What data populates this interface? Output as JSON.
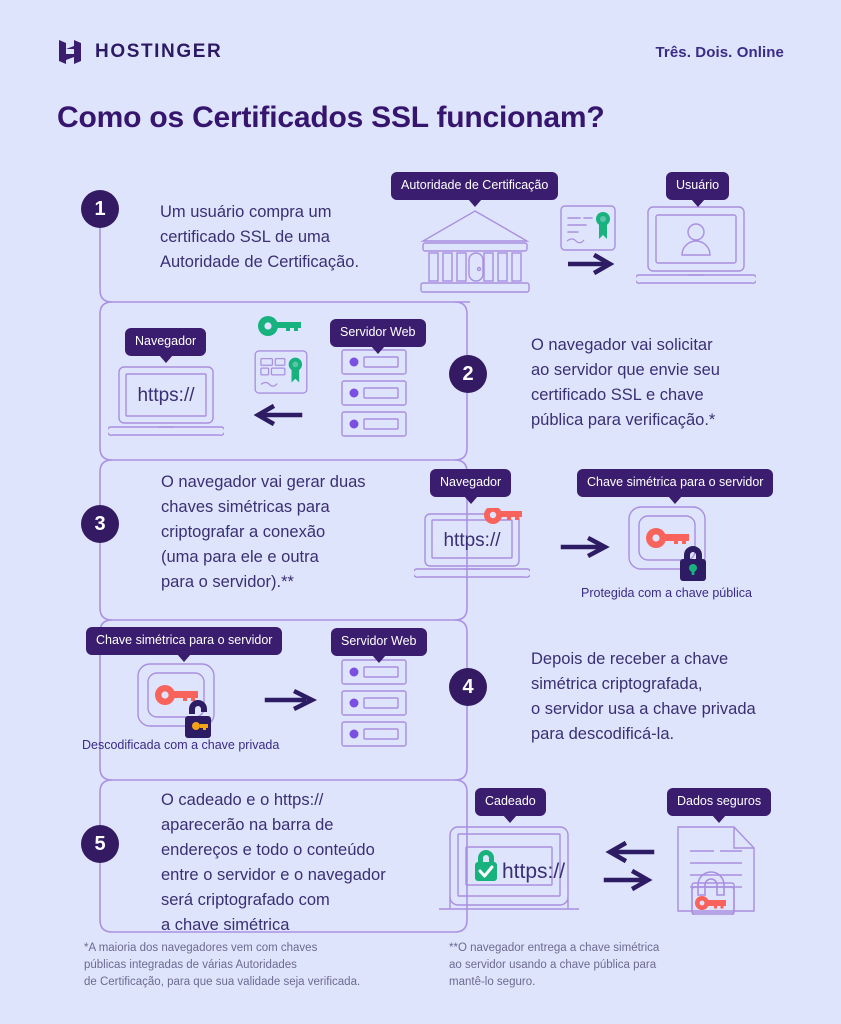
{
  "header": {
    "logo_text": "HOSTINGER",
    "logo_icon": "hostinger-h-logo",
    "tagline": "Três. Dois. Online"
  },
  "title": "Como os Certificados SSL funcionam?",
  "colors": {
    "background": "#dfe4fd",
    "deep_purple": "#331a63",
    "text_purple": "#3a2f73",
    "line_purple": "#a98fe0",
    "green": "#18b27e",
    "red_key": "#f8645c",
    "orange_key": "#f4a316",
    "lock_dark": "#2d1b63",
    "footnote_gray": "#6c6a90"
  },
  "steps": [
    {
      "number": "1",
      "text_lines": [
        "Um usuário compra um",
        "certificado SSL de uma",
        "Autoridade de Certificação."
      ],
      "labels": [
        "Autoridade de Certificação",
        "Usuário"
      ],
      "icons": [
        "bank-icon",
        "certificate-icon",
        "arrow-right-icon",
        "laptop-user-icon"
      ]
    },
    {
      "number": "2",
      "text_lines": [
        "O navegador vai solicitar",
        "ao servidor que envie seu",
        "certificado SSL e chave",
        "pública para verificação.*"
      ],
      "labels": [
        "Navegador",
        "Servidor Web"
      ],
      "icons": [
        "laptop-https-icon",
        "green-key-icon",
        "certificate-icon",
        "arrow-left-icon",
        "server-rack-icon"
      ]
    },
    {
      "number": "3",
      "text_lines": [
        "O navegador vai gerar duas",
        "chaves simétricas para",
        "criptografar a conexão",
        "(uma para ele e outra",
        "para o servidor).**"
      ],
      "labels": [
        "Navegador",
        "Chave simétrica para o servidor"
      ],
      "caption": "Protegida com a chave pública",
      "icons": [
        "laptop-https-key-icon",
        "arrow-right-icon",
        "key-in-box-locked-icon"
      ]
    },
    {
      "number": "4",
      "text_lines": [
        "Depois de receber a chave",
        "simétrica criptografada,",
        "o servidor usa a chave privada",
        "para descodificá-la."
      ],
      "labels": [
        "Chave simétrica para o servidor",
        "Servidor Web"
      ],
      "caption": "Descodificada com a chave privada",
      "icons": [
        "key-in-box-unlocked-icon",
        "arrow-right-icon",
        "server-rack-icon"
      ]
    },
    {
      "number": "5",
      "text_lines": [
        "O cadeado e o https://",
        "aparecerão na barra de",
        "endereços e todo o conteúdo",
        "entre o servidor e o navegador",
        "será criptografado com",
        "a chave simétrica"
      ],
      "labels": [
        "Cadeado",
        "Dados seguros"
      ],
      "icons": [
        "browser-padlock-https-icon",
        "arrow-left-icon",
        "arrow-right-icon",
        "document-lock-key-icon"
      ]
    }
  ],
  "screen_text": {
    "https": "https://"
  },
  "footnotes": [
    {
      "id": "note-1",
      "lines": [
        "*A maioria dos navegadores vem com chaves",
        "públicas integradas de várias Autoridades",
        "de Certificação, para que sua validade seja verificada."
      ]
    },
    {
      "id": "note-2",
      "lines": [
        "**O navegador entrega a chave simétrica",
        "ao servidor usando a chave pública para",
        "mantê-lo seguro."
      ]
    }
  ]
}
